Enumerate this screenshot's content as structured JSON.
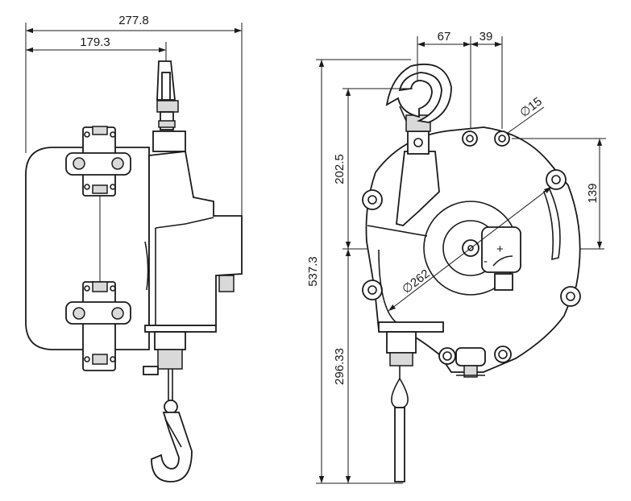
{
  "diagram": {
    "side_view": {
      "dimensions": {
        "overall_width": "277.8",
        "hook_offset": "179.3"
      }
    },
    "front_view": {
      "dimensions": {
        "hook_to_center_x": "67",
        "center_to_hole_x": "39",
        "hole_diameter": "∅15",
        "hole_to_center_y": "139",
        "hook_to_center_y": "202.5",
        "drum_diameter": "∅262",
        "overall_height": "537.3",
        "center_to_bottom": "296.33"
      },
      "drum_marks": {
        "minus": "-",
        "plus": "+"
      }
    }
  }
}
